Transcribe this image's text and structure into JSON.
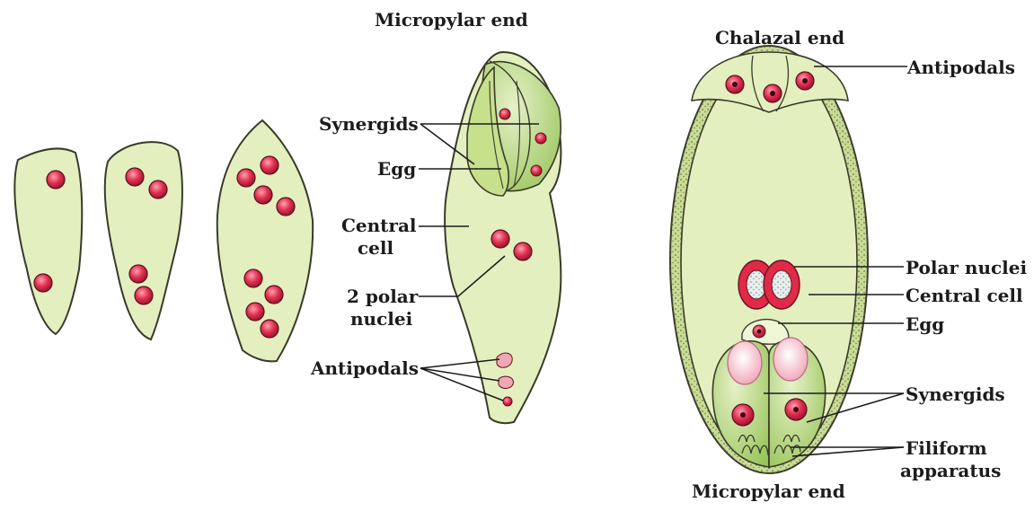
{
  "diagram": {
    "labels": {
      "micropylar_top": "Micropylar end",
      "synergids_left": "Synergids",
      "egg_left": "Egg",
      "central_cell_left_l1": "Central",
      "central_cell_left_l2": "cell",
      "polar_nuclei_left_l1": "2 polar",
      "polar_nuclei_left_l2": "nuclei",
      "antipodals_left": "Antipodals",
      "chalazal_end": "Chalazal end",
      "antipodals_right": "Antipodals",
      "polar_nuclei_right": "Polar nuclei",
      "central_cell_right": "Central cell",
      "egg_right": "Egg",
      "synergids_right": "Synergids",
      "filiform_l1": "Filiform",
      "filiform_l2": "apparatus",
      "micropylar_bottom": "Micropylar end"
    },
    "colors": {
      "cell_fill": "#e4efbf",
      "cell_outline": "#3a3a2a",
      "nucleus": "#d42c48",
      "nucleus_light": "#f7c0cc",
      "synergid_fill": "#a9cf69",
      "wall_fill": "#c8dc96"
    }
  }
}
